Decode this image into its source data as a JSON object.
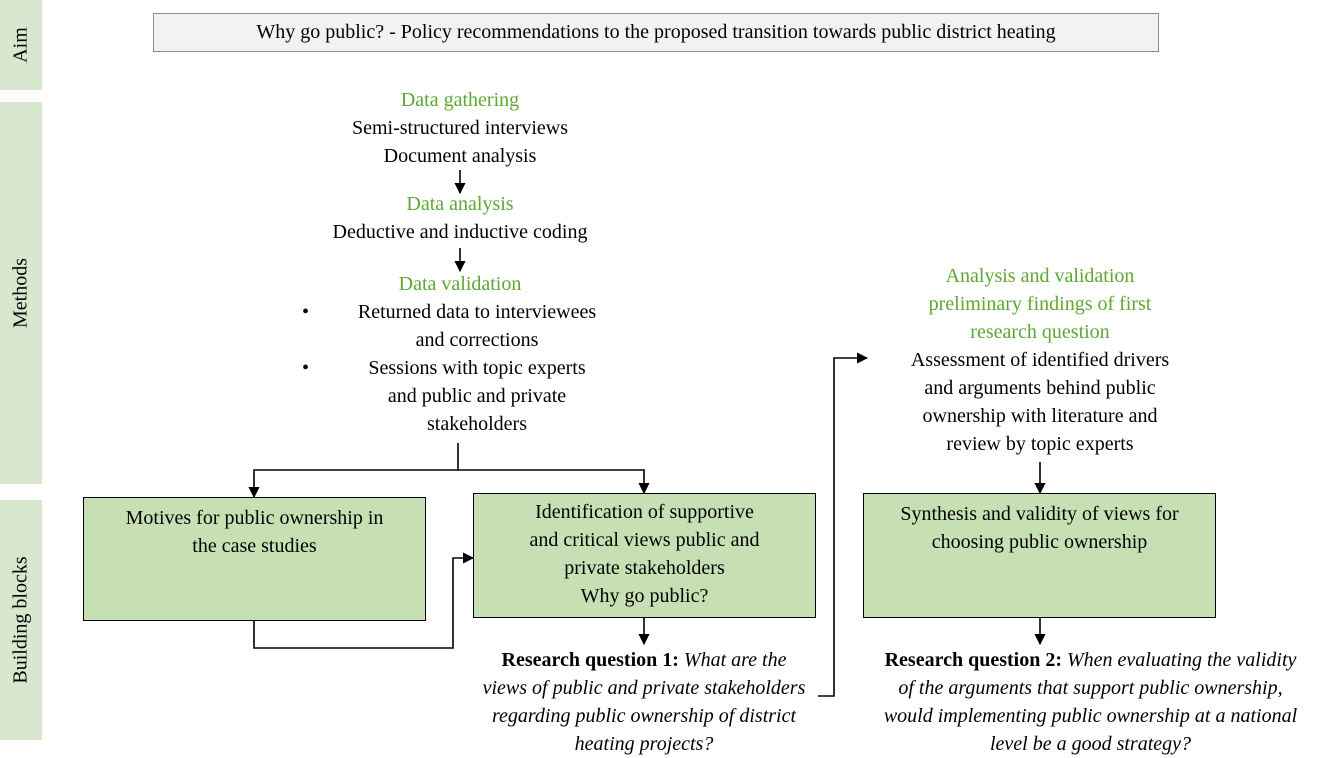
{
  "bands": {
    "aim": "Aim",
    "methods": "Methods",
    "building_blocks": "Building blocks"
  },
  "aim_text": "Why go public? - Policy recommendations to the proposed transition towards public district heating",
  "methods_left": {
    "gathering_title": "Data gathering",
    "gathering_line1": "Semi-structured interviews",
    "gathering_line2": "Document analysis",
    "analysis_title": "Data analysis",
    "analysis_line1": "Deductive and inductive coding",
    "validation_title": "Data validation",
    "validation_bullets": [
      {
        "dot": "•",
        "lines": [
          "Returned data to interviewees",
          "and corrections"
        ]
      },
      {
        "dot": "•",
        "lines": [
          "Sessions with topic experts",
          "and public and private",
          "stakeholders"
        ]
      }
    ]
  },
  "methods_right": {
    "title_lines": [
      "Analysis and validation",
      "preliminary findings of first",
      "research question"
    ],
    "body_lines": [
      "Assessment of identified drivers",
      "and arguments behind public",
      "ownership with literature and",
      "review by topic experts"
    ]
  },
  "blocks": {
    "motives_lines": [
      "Motives for public ownership in",
      "the case studies"
    ],
    "identification_lines": [
      "Identification of supportive",
      "and critical views public and",
      "private stakeholders",
      "Why go public?"
    ],
    "synthesis_lines": [
      "Synthesis and validity of views for",
      "choosing public ownership"
    ]
  },
  "rq1": {
    "label": "Research question 1:",
    "lines": [
      "What are the",
      "views of public and private stakeholders",
      "regarding public ownership of district",
      "heating projects?"
    ]
  },
  "rq2": {
    "label": "Research question 2:",
    "lines": [
      "When evaluating the validity",
      "of the arguments that support public ownership,",
      "would implementing public ownership at a national",
      "level be a good strategy?"
    ]
  },
  "colors": {
    "band_fill": "#d7e8cf",
    "block_fill": "#c6e0b4",
    "heading_green": "#5da832",
    "aim_fill": "#f2f2f2"
  }
}
